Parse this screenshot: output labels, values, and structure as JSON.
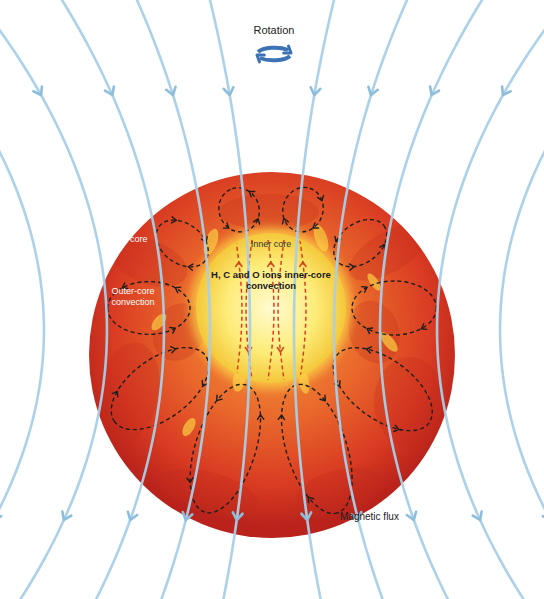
{
  "diagram": {
    "nodes": [
      {
        "text": [
          "Outer core",
          "Outer-core convection"
        ]
      },
      {
        "text": [
          "Inner core",
          "H, C and O ions inner-core convection"
        ],
        "in": 0
      }
    ],
    "labels": [
      "Rotation",
      "Magnetic flux"
    ]
  }
}
